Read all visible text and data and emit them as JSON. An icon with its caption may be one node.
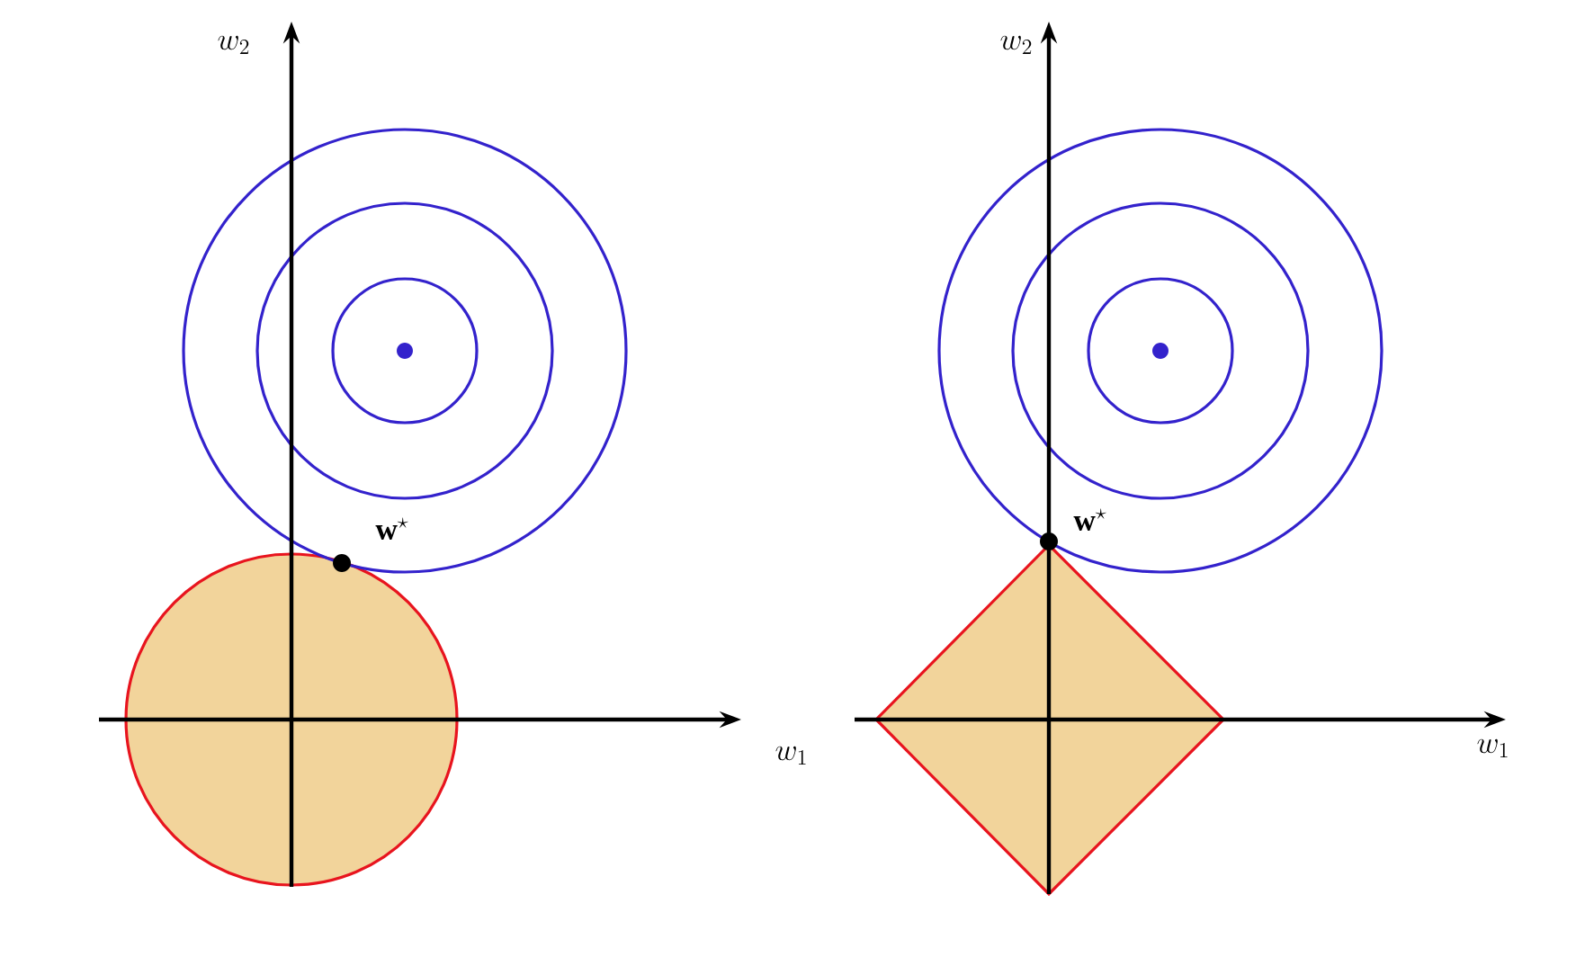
{
  "diagram": {
    "labels": [
      "w_2",
      "w_2",
      "\\mathbf{w}^\\star",
      "\\mathbf{w}^\\star",
      "w_1",
      "w_1"
    ]
  }
}
